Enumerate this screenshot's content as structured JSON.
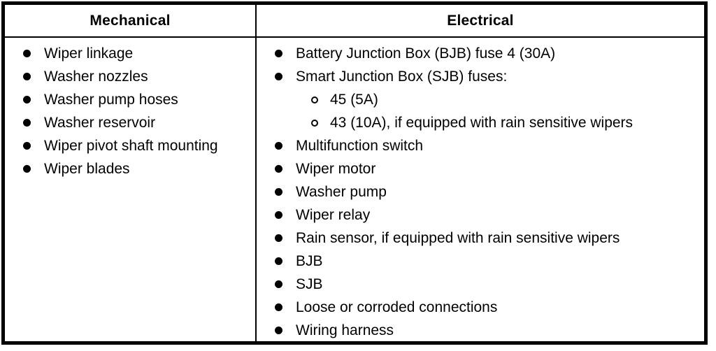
{
  "colors": {
    "border": "#000000",
    "background": "#ffffff",
    "text": "#000000"
  },
  "icons": {
    "level1_bullet": "filled-circle",
    "level2_bullet": "open-circle"
  },
  "table": {
    "columns": [
      {
        "header": "Mechanical",
        "items": [
          {
            "level": 1,
            "text": "Wiper linkage"
          },
          {
            "level": 1,
            "text": "Washer nozzles"
          },
          {
            "level": 1,
            "text": "Washer pump hoses"
          },
          {
            "level": 1,
            "text": "Washer reservoir"
          },
          {
            "level": 1,
            "text": "Wiper pivot shaft mounting"
          },
          {
            "level": 1,
            "text": "Wiper blades"
          }
        ]
      },
      {
        "header": "Electrical",
        "items": [
          {
            "level": 1,
            "text": "Battery Junction Box (BJB) fuse 4 (30A)"
          },
          {
            "level": 1,
            "text": "Smart Junction Box (SJB) fuses:"
          },
          {
            "level": 2,
            "text": "45 (5A)"
          },
          {
            "level": 2,
            "text": "43 (10A), if equipped with rain sensitive wipers"
          },
          {
            "level": 1,
            "text": "Multifunction switch"
          },
          {
            "level": 1,
            "text": "Wiper motor"
          },
          {
            "level": 1,
            "text": "Washer pump"
          },
          {
            "level": 1,
            "text": "Wiper relay"
          },
          {
            "level": 1,
            "text": "Rain sensor, if equipped with rain sensitive wipers"
          },
          {
            "level": 1,
            "text": "BJB"
          },
          {
            "level": 1,
            "text": "SJB"
          },
          {
            "level": 1,
            "text": "Loose or corroded connections"
          },
          {
            "level": 1,
            "text": "Wiring harness"
          }
        ]
      }
    ]
  }
}
